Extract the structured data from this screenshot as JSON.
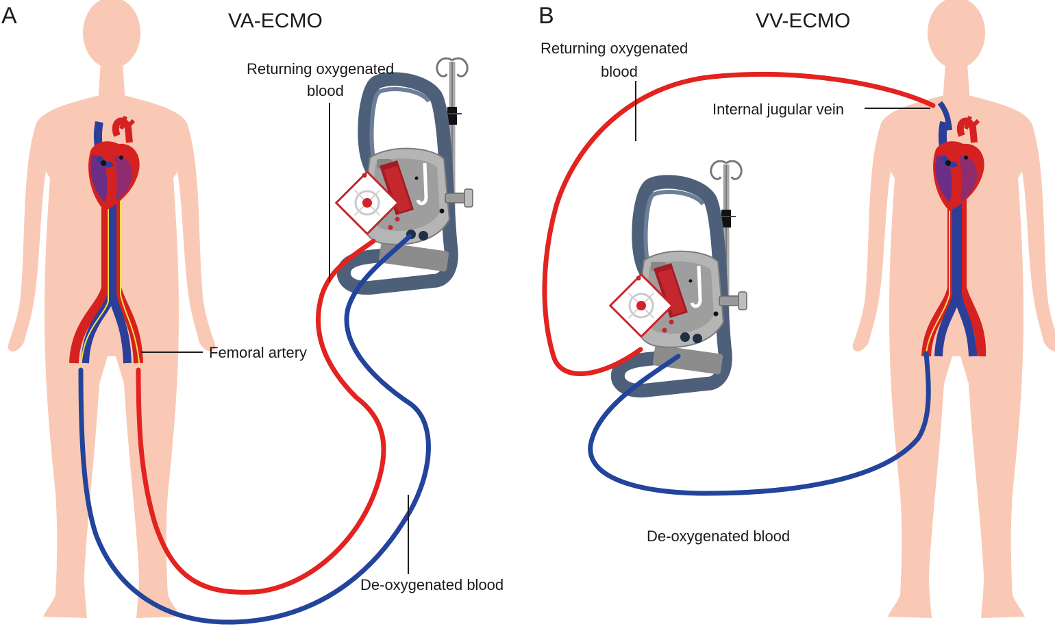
{
  "panel_a": {
    "letter": "A",
    "title": "VA-ECMO",
    "labels": {
      "return_line1": "Returning oxygenated",
      "return_line2": "blood",
      "artery": "Femoral artery",
      "deoxy": "De-oxygenated blood"
    }
  },
  "panel_b": {
    "letter": "B",
    "title": "VV-ECMO",
    "labels": {
      "return_line1": "Returning oxygenated",
      "return_line2": "blood",
      "vein": "Internal jugular vein",
      "deoxy": "De-oxygenated blood"
    }
  },
  "colors": {
    "oxygenated": "#e2231f",
    "deoxygenated": "#22449b",
    "skin": "#f9c9b6",
    "machine_frame": "#4e6079"
  }
}
